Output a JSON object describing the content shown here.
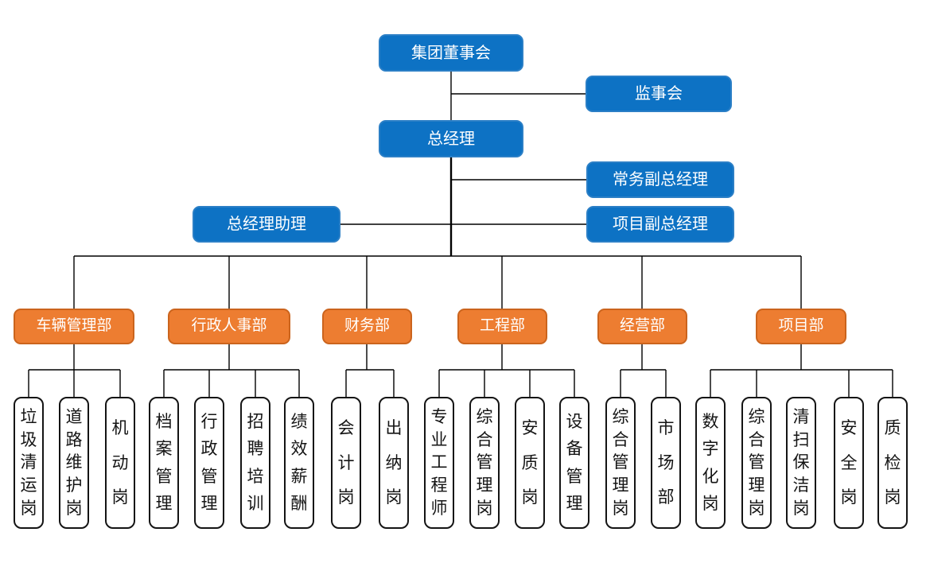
{
  "nodes": {
    "board": "集团董事会",
    "supervisory": "监事会",
    "gm": "总经理",
    "executive_deputy_gm": "常务副总经理",
    "gm_assistant": "总经理助理",
    "project_deputy_gm": "项目副总经理"
  },
  "departments": [
    {
      "label": "车辆管理部",
      "positions": [
        "垃圾清运岗",
        "道路维护岗",
        "机动岗"
      ]
    },
    {
      "label": "行政人事部",
      "positions": [
        "档案管理",
        "行政管理",
        "招聘培训",
        "绩效薪酬"
      ]
    },
    {
      "label": "财务部",
      "positions": [
        "会计岗",
        "出纳岗"
      ]
    },
    {
      "label": "工程部",
      "positions": [
        "专业工程师",
        "综合管理岗",
        "安质岗",
        "设备管理"
      ]
    },
    {
      "label": "经营部",
      "positions": [
        "综合管理岗",
        "市场部"
      ]
    },
    {
      "label": "项目部",
      "positions": [
        "数字化岗",
        "综合管理岗",
        "清扫保洁岗",
        "安全岗",
        "质检岗"
      ]
    }
  ],
  "colors": {
    "executive_fill": "#0d72c4",
    "executive_border": "#2b7fc6",
    "department_fill": "#ed7d31",
    "department_border": "#cb641d",
    "position_fill": "#ffffff",
    "position_border": "#141414",
    "connector": "#000000"
  }
}
